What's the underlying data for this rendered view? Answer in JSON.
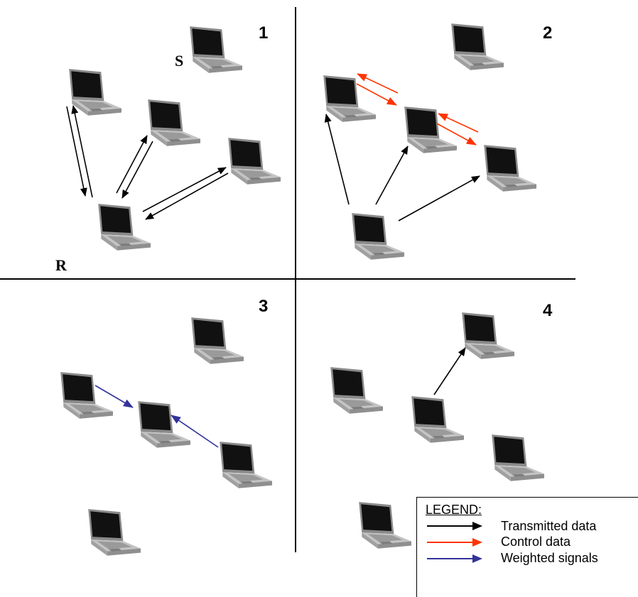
{
  "quadrants": [
    {
      "number": "1"
    },
    {
      "number": "2"
    },
    {
      "number": "3"
    },
    {
      "number": "4"
    }
  ],
  "node_labels": {
    "source": "S",
    "relay": "R"
  },
  "legend": {
    "title": "LEGEND:",
    "items": [
      {
        "label": "Transmitted data",
        "color": "#000000"
      },
      {
        "label": "Control data",
        "color": "#ff3300"
      },
      {
        "label": "Weighted signals",
        "color": "#333399"
      }
    ]
  },
  "colors": {
    "transmitted": "#000000",
    "control": "#ff3300",
    "weighted": "#333399"
  },
  "icons": [
    "laptop-icon"
  ]
}
